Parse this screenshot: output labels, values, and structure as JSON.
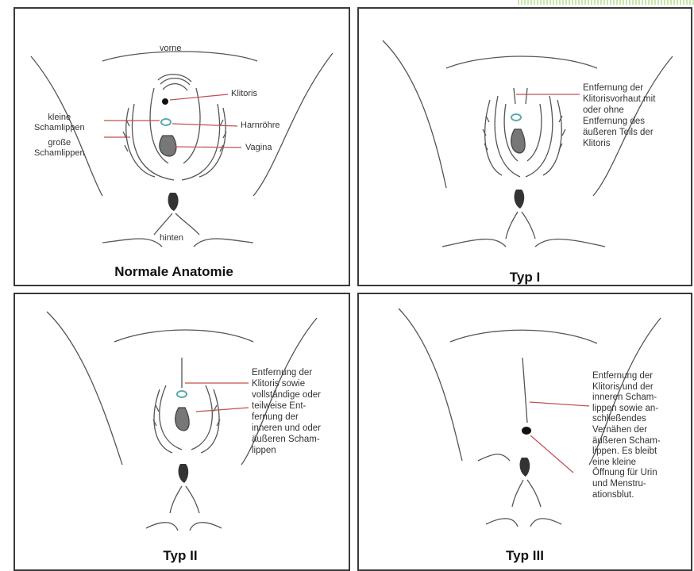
{
  "panels": [
    {
      "title": "Normale Anatomie",
      "labels": {
        "vorne": "vorne",
        "klitoris": "Klitoris",
        "kleine_schamlippen": "kleine\nSchamlippen",
        "harnroehre": "Harnröhre",
        "grosse_schamlippen": "große\nSchamlippen",
        "vagina": "Vagina",
        "hinten": "hinten"
      }
    },
    {
      "title": "Typ I",
      "description": "Entfernung der\nKlitorisvorhaut mit\noder ohne\nEntfernung des\näußeren Teils der\nKlitoris"
    },
    {
      "title": "Typ II",
      "description": "Entfernung der\nKlitoris sowie\nvollständige oder\nteilweise Ent-\nfernung der\ninneren und oder\näußeren Scham-\nlippen"
    },
    {
      "title": "Typ III",
      "description": "Entfernung der\nKlitoris und der\ninneren Scham-\nlippen sowie an-\nschließendes\nVernähen der\näußeren Scham-\nlippen. Es bleibt\neine kleine\nÖffnung für Urin\nund Menstru-\nationsblut."
    }
  ],
  "colors": {
    "leader_line": "#c0504d",
    "urethra": "#5aa9a9",
    "tissue": "#555555",
    "border": "#3a3a3a"
  }
}
